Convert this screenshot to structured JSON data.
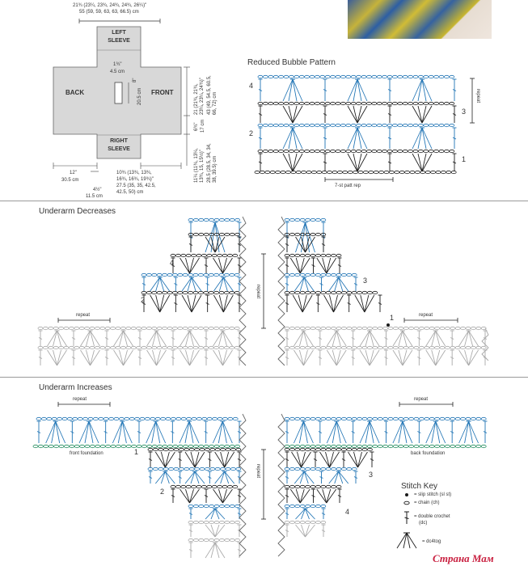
{
  "schematic": {
    "top_dims_1": "21¾ (23¼, 23¾, 24¾, 24¾, 26¼)\"",
    "top_dims_2": "55 (59, 59, 63, 63, 66.5) cm",
    "left_sleeve": "LEFT\nSLEEVE",
    "right_sleeve": "RIGHT\nSLEEVE",
    "back": "BACK",
    "front": "FRONT",
    "slit_in": "1¾\"",
    "slit_cm": "4.5 cm",
    "slit_h": "8\"",
    "slit_h_cm": "20.5 cm",
    "right_dims_1": "21 (21¾, 21¾,\n23¼, 23¼, 24¾)\"",
    "right_dims_2": "43 (49, 54.5, 60.5,\n66, 72) cm",
    "right_dims_3": "6¾\"",
    "right_dims_4": "17 cm",
    "right_dims_5": "11¼ (11¾, 13¼,\n13¾, 15, 15½)\"",
    "right_dims_6": "28.5 (28.5, 34, 34,\n38, 39.5) cm",
    "bottom_12": "12\"",
    "bottom_12cm": "30.5 cm",
    "bottom_4": "4½\"",
    "bottom_4cm": "11.5 cm",
    "bottom_dims_1": "10¾ (13¾, 13¾,",
    "bottom_dims_2": "16¾, 16¾, 19¾)\"",
    "bottom_dims_3": "27.5 (35, 35, 42.5,",
    "bottom_dims_4": "42.5, 50) cm"
  },
  "reduced": {
    "title": "Reduced Bubble Pattern",
    "row4": "4",
    "row3": "3",
    "row2": "2",
    "row1": "1",
    "repeat": "repeat",
    "patt_rep": "7-st patt rep"
  },
  "decreases": {
    "title": "Underarm Decreases",
    "repeat_left": "repeat",
    "repeat_right": "repeat",
    "repeat_mid": "repeat",
    "r4": "4",
    "r3": "3",
    "r2": "2",
    "r1": "1"
  },
  "increases": {
    "title": "Underarm Increases",
    "repeat_left": "repeat",
    "repeat_right": "repeat",
    "repeat_mid": "repeat",
    "front_foundation": "front foundation",
    "back_foundation": "back foundation",
    "r1": "1",
    "r2": "2",
    "r3": "3",
    "r4": "4"
  },
  "key": {
    "title": "Stitch Key",
    "slst": "= slip stitch (sl st)",
    "ch": "= chain (ch)",
    "dc_1": "= double crochet",
    "dc_2": "(dc)",
    "dc4tog": "= dc4tog"
  },
  "watermark": "Страна Мам",
  "colors": {
    "blue": "#1e73b4",
    "black": "#1a1a1a",
    "grey": "#a8a8a8",
    "green": "#1d8a5a",
    "fabric_yellow": "#c9b62e",
    "fabric_blue": "#2f63a8"
  }
}
